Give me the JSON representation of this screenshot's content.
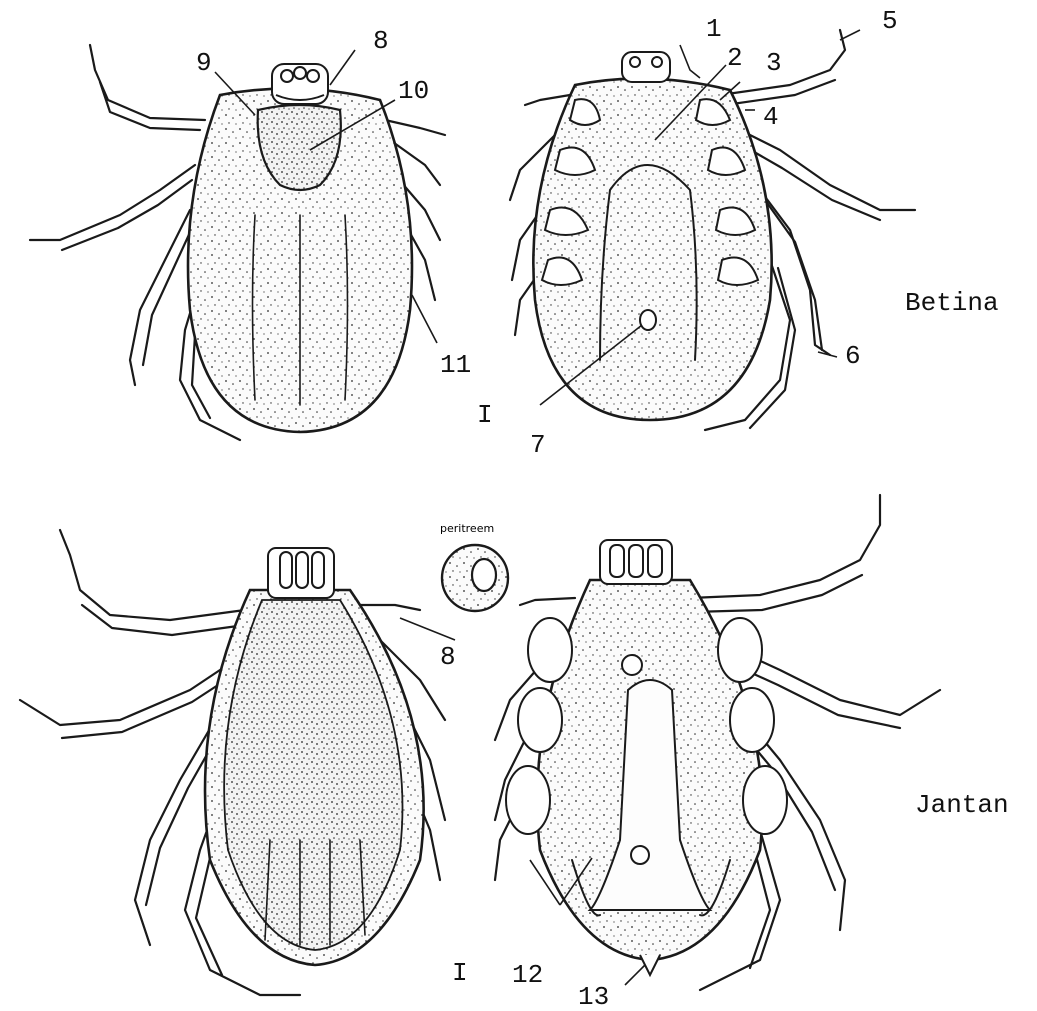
{
  "labels": {
    "n1": "1",
    "n2": "2",
    "n3": "3",
    "n4": "4",
    "n5": "5",
    "n6": "6",
    "n7": "7",
    "n8_top": "8",
    "n8_bottom": "8",
    "n9": "9",
    "n10": "10",
    "n11": "11",
    "n12": "12",
    "n13": "13"
  },
  "scale_marks": {
    "top": "I",
    "bottom": "I"
  },
  "sex_labels": {
    "female": "Betina",
    "male": "Jantan"
  },
  "inset_label": "peritreem",
  "colors": {
    "ink": "#1a1a1a",
    "paper": "#ffffff",
    "stipple": "#2a2a2a"
  }
}
